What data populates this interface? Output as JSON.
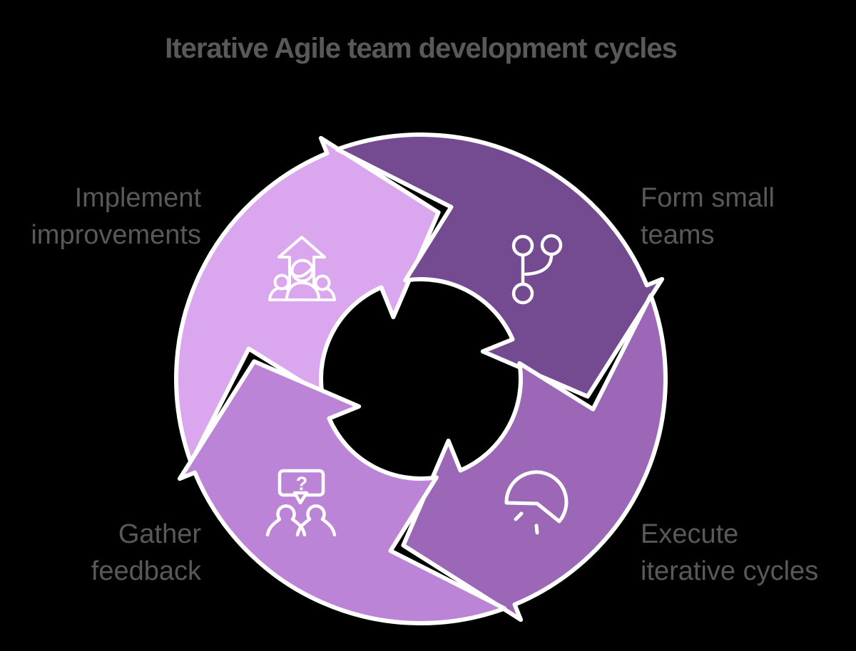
{
  "title": "Iterative Agile team development cycles",
  "colors": {
    "background": "#000000",
    "text": "#595959",
    "outline": "#ffffff"
  },
  "cycle": {
    "direction": "clockwise",
    "steps": [
      {
        "id": "form-small-teams",
        "label": "Form small\nteams",
        "color": "#744b90",
        "icon": "git-branch-icon",
        "position": "top-right"
      },
      {
        "id": "execute-iterative-cycles",
        "label": "Execute\niterative cycles",
        "color": "#9b67b6",
        "icon": "gauge-icon",
        "position": "bottom-right"
      },
      {
        "id": "gather-feedback",
        "label": "Gather\nfeedback",
        "color": "#bc84d7",
        "icon": "question-discussion-icon",
        "position": "bottom-left"
      },
      {
        "id": "implement-improvements",
        "label": "Implement\nimprovements",
        "color": "#daa6ee",
        "icon": "team-growth-icon",
        "position": "top-left"
      }
    ]
  },
  "icons": {
    "question_mark": "?"
  }
}
